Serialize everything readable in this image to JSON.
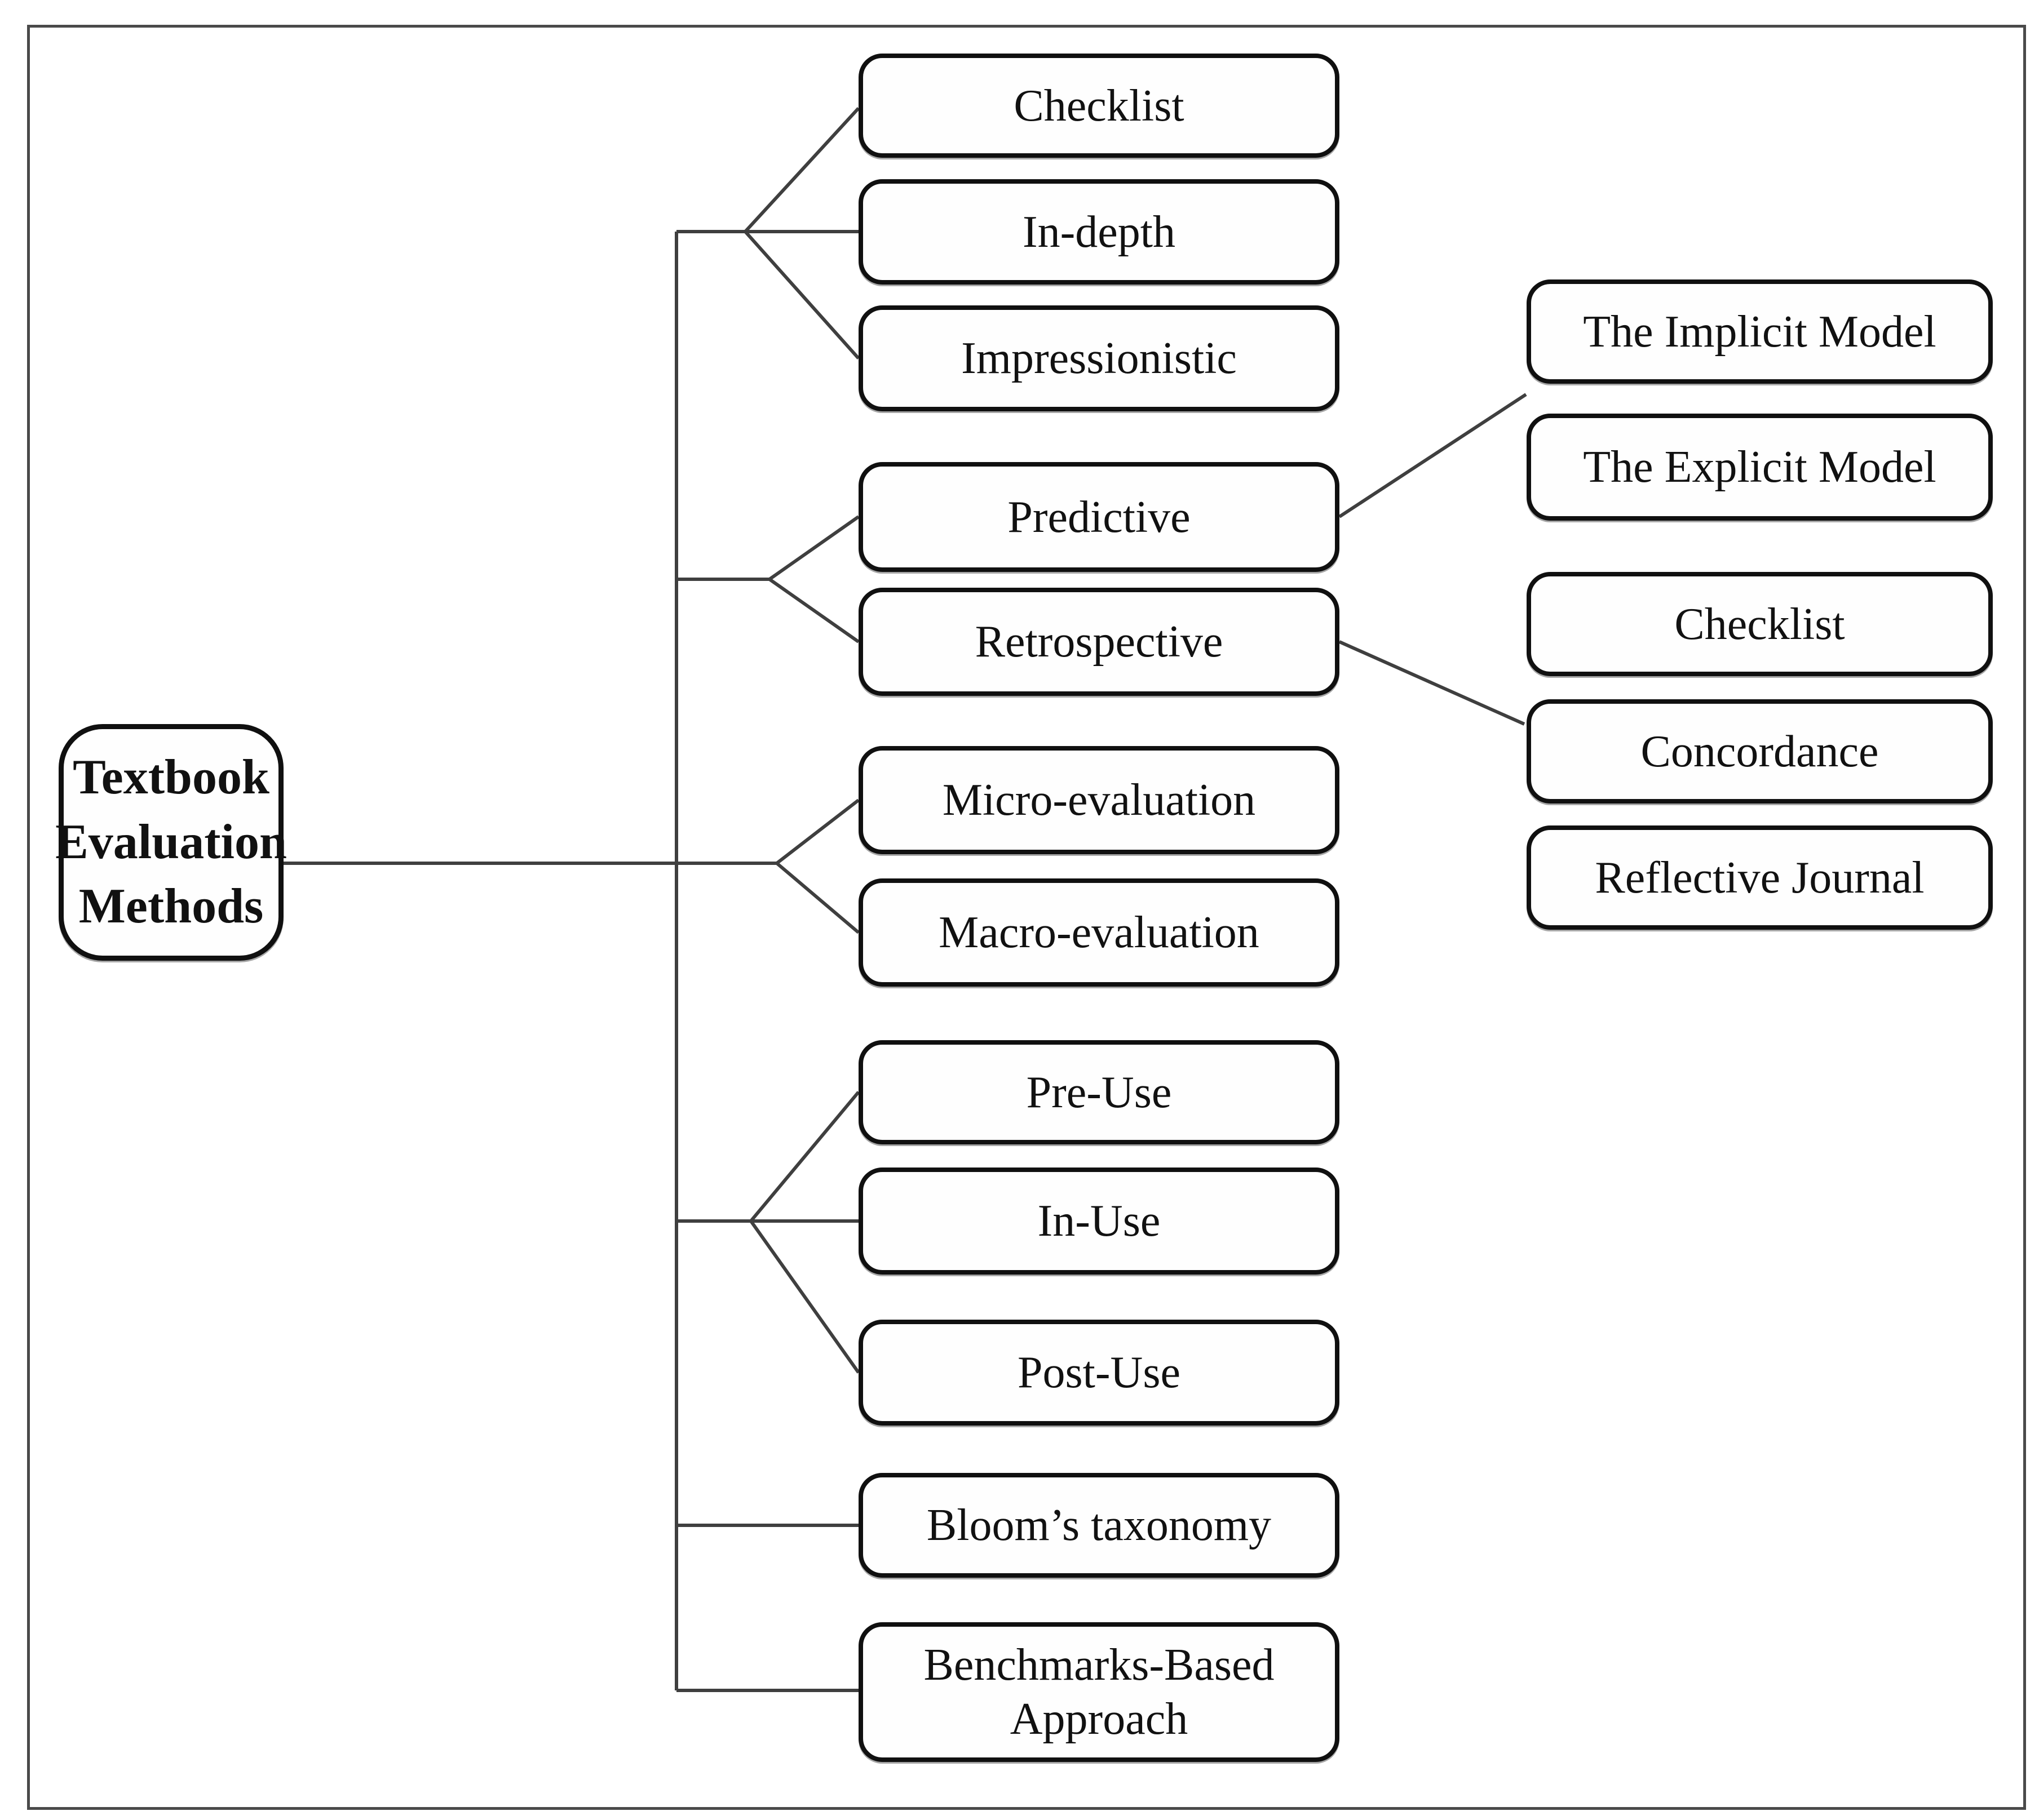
{
  "figure": {
    "title": "Textbook evaluation methods tree diagram",
    "root": {
      "label": "Textbook Evaluation Methods"
    },
    "branches": [
      {
        "label": "Checklist"
      },
      {
        "label": "In-depth"
      },
      {
        "label": "Impressionistic"
      },
      {
        "label": "Predictive",
        "children": [
          {
            "label": "The Implicit Model"
          },
          {
            "label": "The Explicit Model"
          }
        ]
      },
      {
        "label": "Retrospective",
        "children": [
          {
            "label": "Checklist"
          },
          {
            "label": "Concordance"
          },
          {
            "label": "Reflective Journal"
          }
        ]
      },
      {
        "label": "Micro-evaluation"
      },
      {
        "label": "Macro-evaluation"
      },
      {
        "label": "Pre-Use"
      },
      {
        "label": "In-Use"
      },
      {
        "label": "Post-Use"
      },
      {
        "label": "Bloom’s taxonomy"
      },
      {
        "label": "Benchmarks-Based Approach"
      }
    ]
  }
}
